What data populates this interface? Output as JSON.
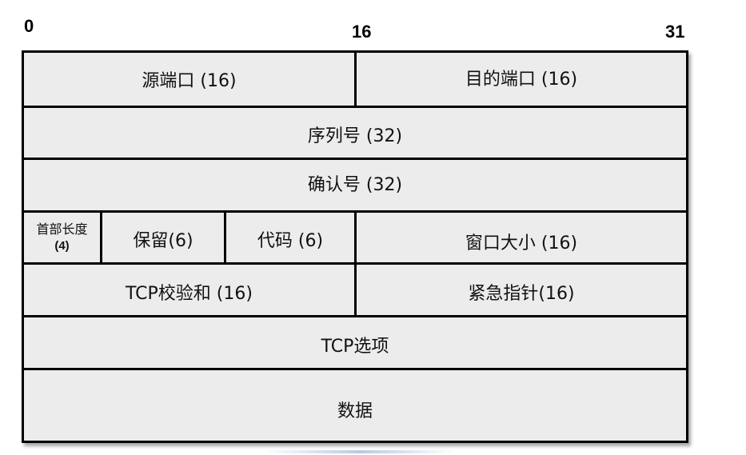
{
  "bit_markers": {
    "start": "0",
    "middle": "16",
    "end": "31"
  },
  "fields": {
    "source_port": "源端口 (16)",
    "dest_port": "目的端口 (16)",
    "sequence_number": "序列号 (32)",
    "ack_number": "确认号 (32)",
    "header_length_name": "首部长度",
    "header_length_bits": "(4)",
    "reserved": "保留(6)",
    "code": "代码 (6)",
    "window_size": "窗口大小 (16)",
    "checksum": "TCP校验和 (16)",
    "urgent_pointer": "紧急指针(16)",
    "options": "TCP选项",
    "data": "数据"
  },
  "colors": {
    "cell_fill": "#ececec",
    "border": "#000000"
  }
}
